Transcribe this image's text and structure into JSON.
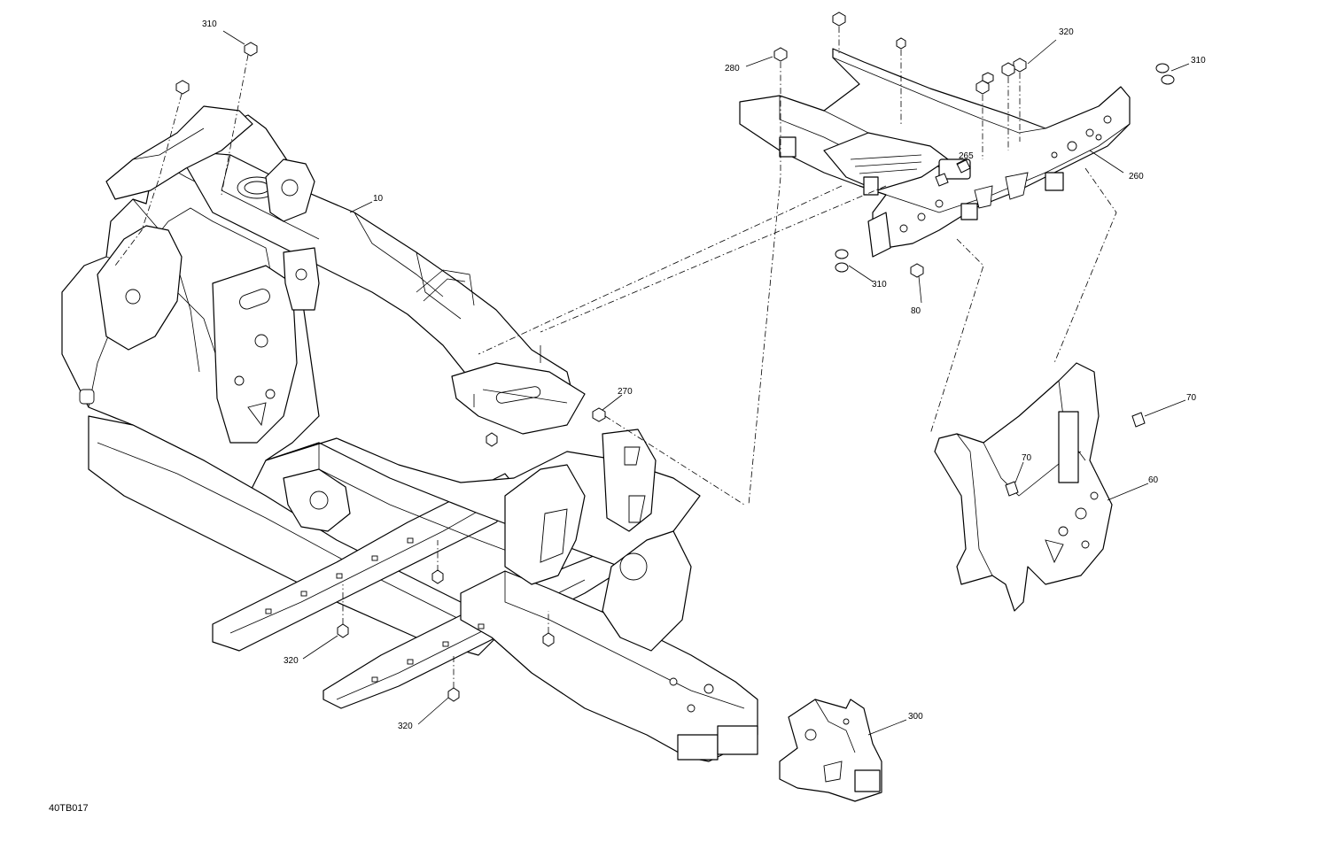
{
  "diagram": {
    "reference_code": "40TB017",
    "callouts": [
      {
        "id": "c310-a",
        "label": "310"
      },
      {
        "id": "c10",
        "label": "10"
      },
      {
        "id": "c280",
        "label": "280"
      },
      {
        "id": "c320-a",
        "label": "320"
      },
      {
        "id": "c310-b",
        "label": "310"
      },
      {
        "id": "c265",
        "label": "265"
      },
      {
        "id": "c260",
        "label": "260"
      },
      {
        "id": "c310-c",
        "label": "310"
      },
      {
        "id": "c80",
        "label": "80"
      },
      {
        "id": "c270",
        "label": "270"
      },
      {
        "id": "c70-a",
        "label": "70"
      },
      {
        "id": "c70-b",
        "label": "70"
      },
      {
        "id": "c60",
        "label": "60"
      },
      {
        "id": "c320-b",
        "label": "320"
      },
      {
        "id": "c320-c",
        "label": "320"
      },
      {
        "id": "c300",
        "label": "300"
      }
    ]
  }
}
